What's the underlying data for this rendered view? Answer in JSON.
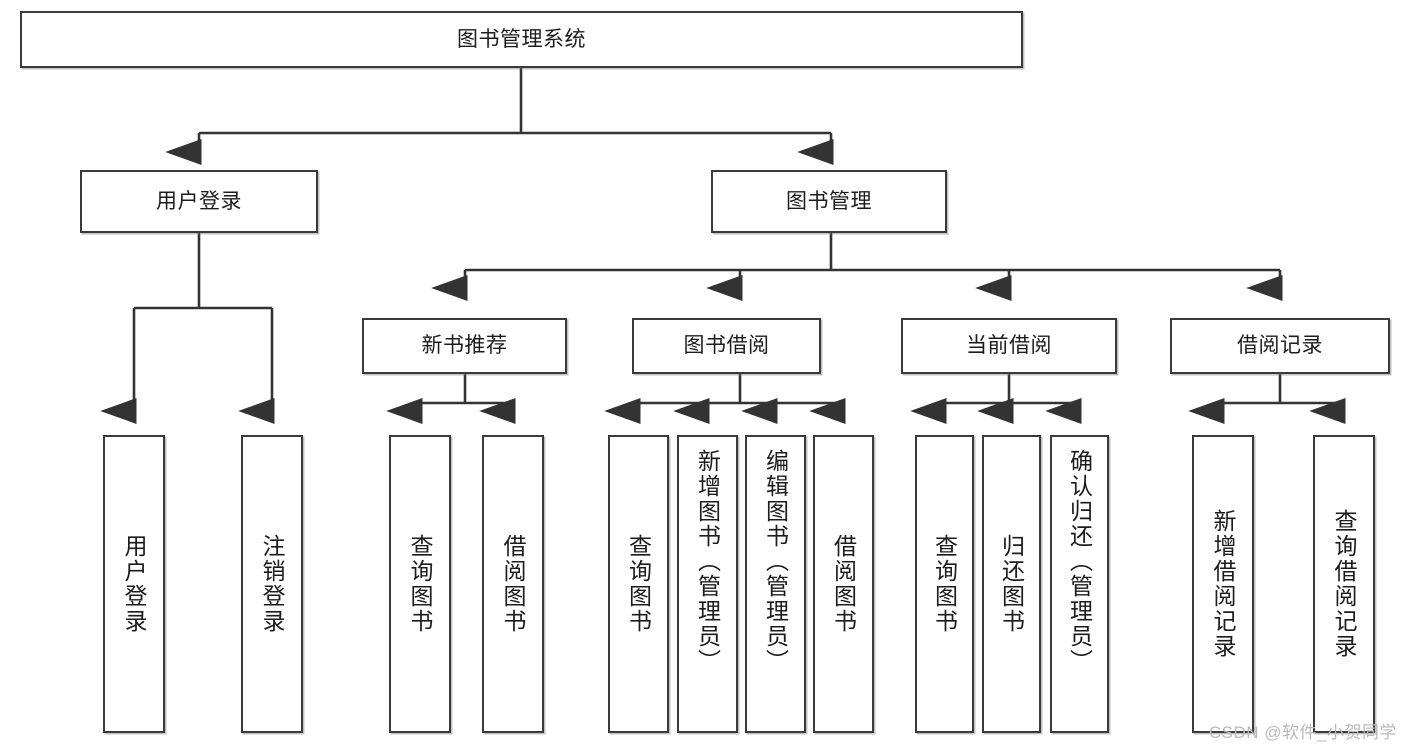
{
  "diagram": {
    "title": "图书管理系统",
    "type": "tree",
    "watermark": "CSDN @软件_小贺同学",
    "colors": {
      "background": "#ffffff",
      "node_border": "#3a3a3a",
      "node_fill": "#ffffff",
      "edge": "#333333",
      "text": "#1c1c1c",
      "watermark": "#b9b9b9"
    },
    "nodes": {
      "root": {
        "label": "图书管理系统"
      },
      "level1": [
        {
          "label": "用户登录"
        },
        {
          "label": "图书管理"
        }
      ],
      "level2": [
        {
          "label": "新书推荐"
        },
        {
          "label": "图书借阅"
        },
        {
          "label": "当前借阅"
        },
        {
          "label": "借阅记录"
        }
      ],
      "leaves": {
        "user_login": [
          {
            "label": "用户登录"
          },
          {
            "label": "注销登录"
          }
        ],
        "new_book_recommend": [
          {
            "label": "查询图书"
          },
          {
            "label": "借阅图书"
          }
        ],
        "book_borrow": [
          {
            "label": "查询图书"
          },
          {
            "label": "新增图书（管理员）"
          },
          {
            "label": "编辑图书（管理员）"
          },
          {
            "label": "借阅图书"
          }
        ],
        "current_borrow": [
          {
            "label": "查询图书"
          },
          {
            "label": "归还图书"
          },
          {
            "label": "确认归还（管理员）"
          }
        ],
        "borrow_record": [
          {
            "label": "新增借阅记录"
          },
          {
            "label": "查询借阅记录"
          }
        ]
      }
    }
  }
}
